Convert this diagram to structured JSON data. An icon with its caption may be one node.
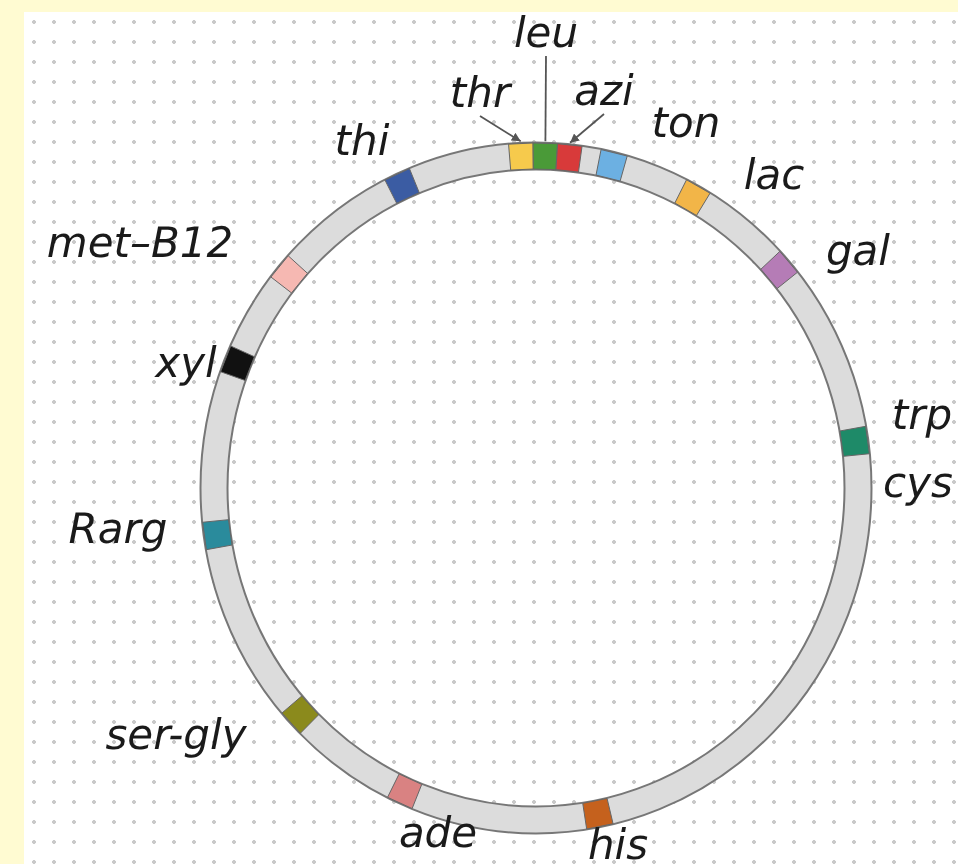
{
  "diagram": {
    "nodes": [
      {
        "text": [
          "thr"
        ]
      },
      {
        "text": [
          "leu"
        ]
      },
      {
        "text": [
          "azi"
        ]
      },
      {
        "text": [],
        "shape": "box"
      },
      {
        "text": [],
        "shape": "box"
      },
      {
        "text": [],
        "shape": "box"
      }
    ],
    "edges": [
      {
        "from": 0,
        "to": 3,
        "arrow": "to"
      },
      {
        "from": 1,
        "to": 4,
        "arrow": "none"
      },
      {
        "from": 2,
        "to": 5,
        "arrow": "to"
      }
    ],
    "labels": [
      "thi",
      "ton",
      "lac",
      "gal",
      "met–B12",
      "xyl",
      "trp",
      "cys",
      "Rarg",
      "ser-gly",
      "ade",
      "his"
    ]
  }
}
